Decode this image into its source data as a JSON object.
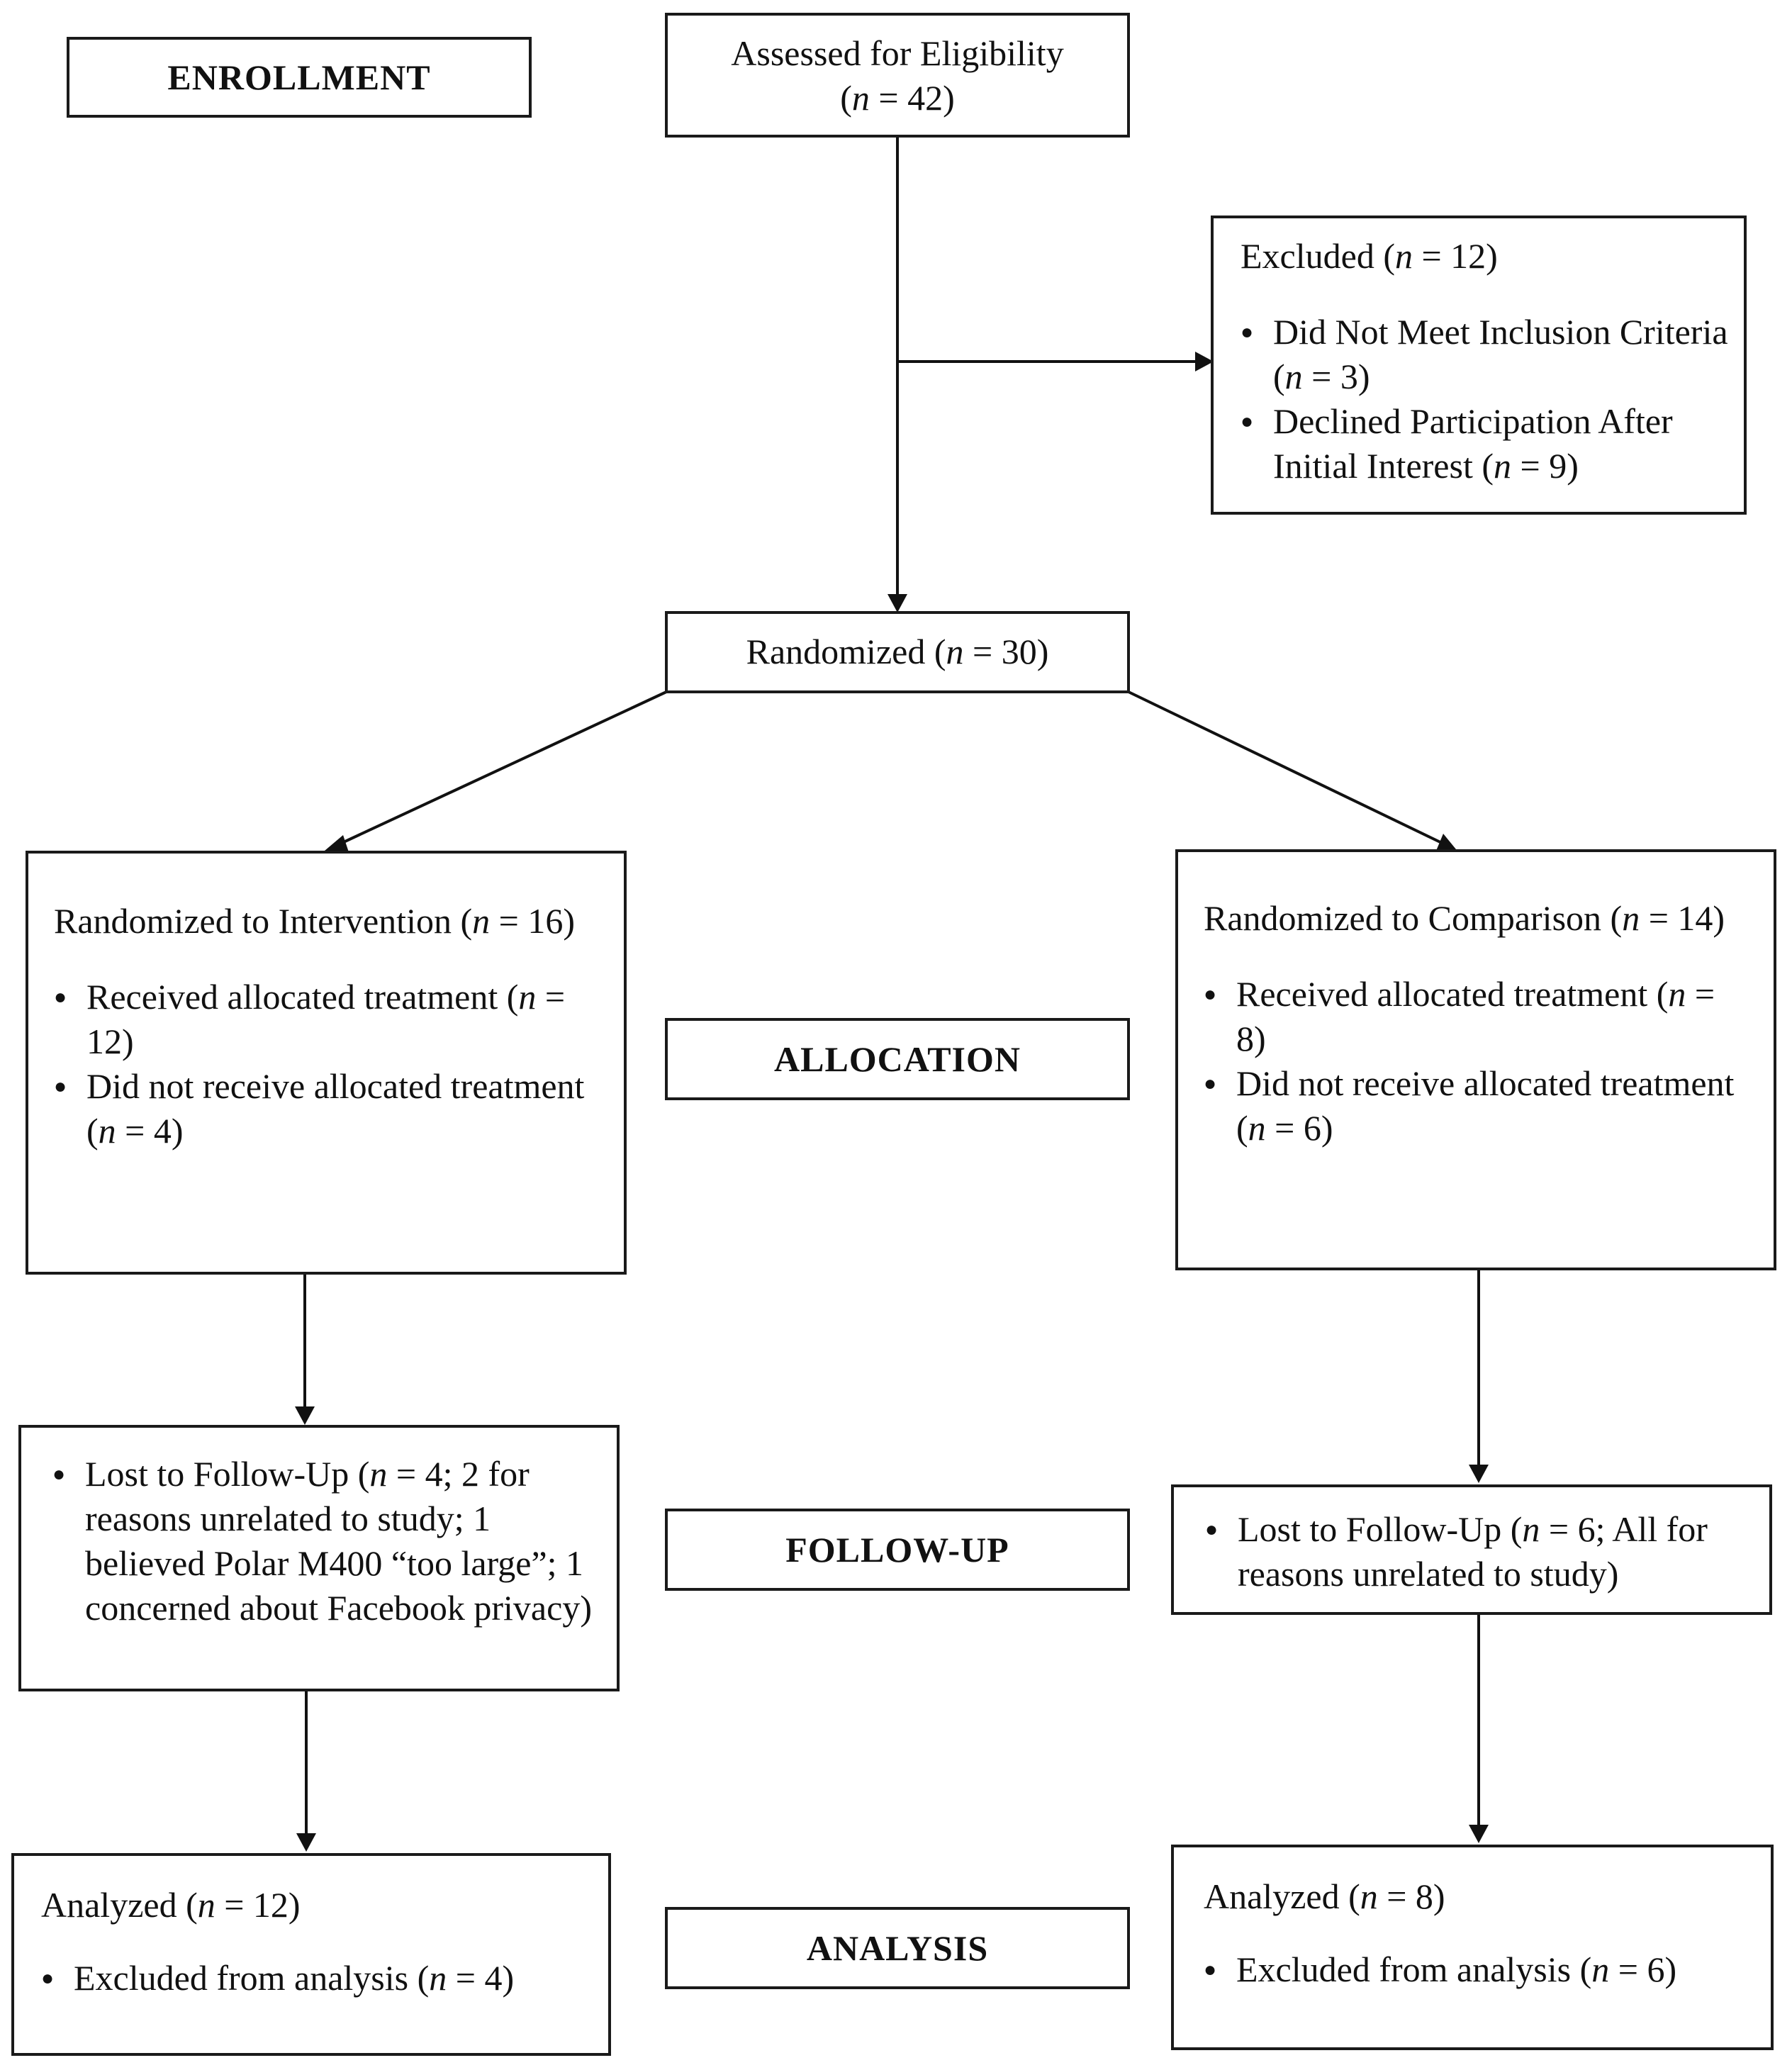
{
  "stages": {
    "enrollment": "ENROLLMENT",
    "allocation": "ALLOCATION",
    "follow_up": "FOLLOW-UP",
    "analysis": "ANALYSIS"
  },
  "assessed": {
    "label": "Assessed for Eligibility",
    "count": "(n = 42)"
  },
  "excluded": {
    "title": "Excluded (n = 12)",
    "items": [
      "Did Not Meet Inclusion Criteria (n = 3)",
      "Declined Participation After Initial Interest (n = 9)"
    ]
  },
  "randomized": "Randomized (n = 30)",
  "intervention": {
    "title": "Randomized to Intervention (n = 16)",
    "items": [
      "Received allocated treatment (n = 12)",
      "Did not receive allocated treatment (n = 4)"
    ]
  },
  "comparison": {
    "title": "Randomized to Comparison (n = 14)",
    "items": [
      "Received allocated treatment (n = 8)",
      "Did not receive allocated treatment (n = 6)"
    ]
  },
  "followup_left": "Lost to Follow-Up (n = 4; 2 for reasons unrelated to study; 1 believed Polar M400 “too large”; 1 concerned about Facebook privacy)",
  "followup_right": "Lost to Follow-Up (n = 6; All for reasons unrelated to study)",
  "analyzed_left": {
    "title": "Analyzed (n = 12)",
    "items": [
      "Excluded from analysis (n = 4)"
    ]
  },
  "analyzed_right": {
    "title": "Analyzed (n = 8)",
    "items": [
      "Excluded from analysis (n = 6)"
    ]
  }
}
